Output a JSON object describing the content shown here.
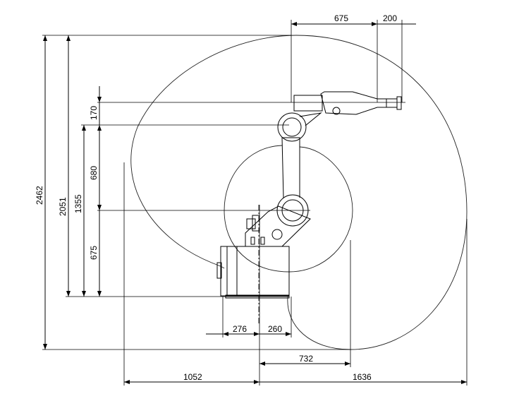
{
  "drawing": {
    "title_hidden": "",
    "dimensions": {
      "top_reach": "675",
      "tool_flange": "200",
      "total_height_envelope": "2462",
      "max_height": "2051",
      "upper_height": "1355",
      "arm_length": "680",
      "wrist_offset": "170",
      "shoulder_height": "675",
      "base_left": "276",
      "base_right": "260",
      "inner_reach": "732",
      "rear_reach": "1052",
      "front_reach": "1636"
    }
  }
}
